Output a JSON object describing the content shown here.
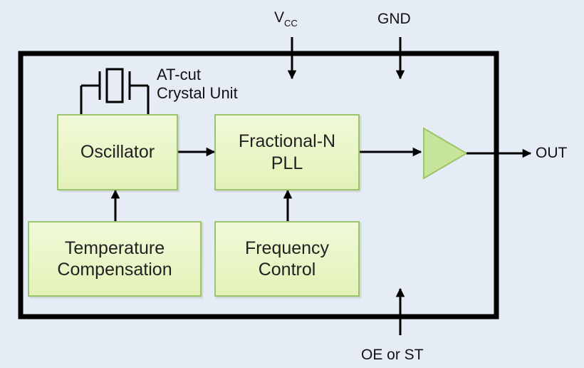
{
  "blocks": {
    "oscillator": "Oscillator",
    "fractional_n_pll": "Fractional-N\nPLL",
    "temperature_compensation": "Temperature\nCompensation",
    "frequency_control": "Frequency\nControl"
  },
  "crystal": {
    "label": "AT-cut\nCrystal Unit"
  },
  "pins": {
    "vcc_main": "V",
    "vcc_sub": "CC",
    "gnd": "GND",
    "out": "OUT",
    "oe_st": "OE or ST"
  },
  "colors": {
    "block_fill": "#e3f2b8",
    "block_border": "#9cc46a",
    "amplifier_fill": "#c7e59a",
    "frame": "#000000",
    "background": "#e6ecf6"
  }
}
